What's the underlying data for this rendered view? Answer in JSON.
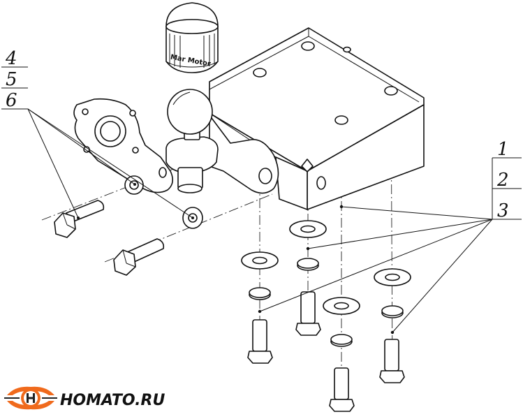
{
  "labels_left": [
    "4",
    "5",
    "6"
  ],
  "labels_right": [
    "1",
    "2",
    "3"
  ],
  "cap_text": "Mar Motor",
  "brand": {
    "name": "HOMATO.RU",
    "colors": {
      "orange": "#f06a1c",
      "dark": "#222222"
    }
  }
}
